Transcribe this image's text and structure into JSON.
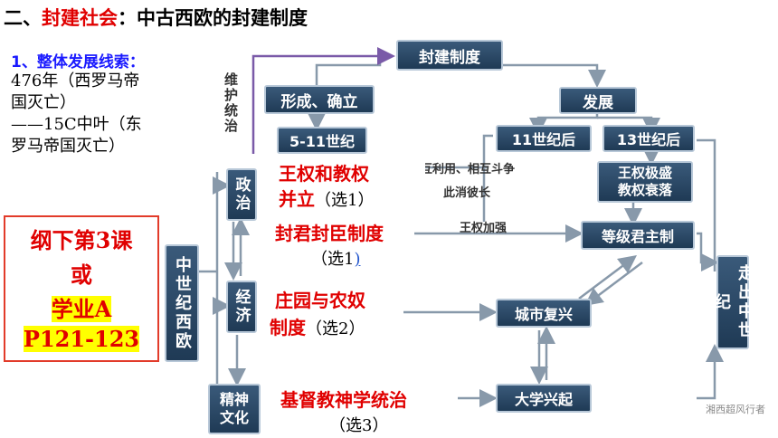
{
  "title": {
    "prefix": "二、",
    "red": "封建社会",
    "suffix": "：中古西欧的封建制度"
  },
  "subtitle": "1、整体发展线索：",
  "note": [
    "476年（西罗马帝",
    "国灭亡）",
    "——15C中叶（东",
    "罗马帝国灭亡）"
  ],
  "ref_box": {
    "line1": "纲下第3课",
    "line2": "或",
    "line3": "学业A",
    "line4": "P121-123"
  },
  "diagram": {
    "feudal_system": "封建制度",
    "maintain": "维护统治",
    "formation": "形成、确立",
    "century_5_11": "5-11世纪",
    "development": "发展",
    "after_11c": "11世纪后",
    "after_13c": "13世纪后",
    "medieval_western_europe": "中世纪西欧",
    "politics": "政治",
    "economy": "经济",
    "spiritual_culture": "精神文化",
    "mutual": "相互利用、相互斗争",
    "rise_fall": "此消彼长",
    "royal_strengthen": "王权加强",
    "royal_peak": "王权极盛",
    "church_decline": "教权衰落",
    "hierarchical_monarchy": "等级君主制",
    "city_revival": "城市复兴",
    "university_rise": "大学兴起",
    "exit_middle_ages": "走出中世纪"
  },
  "overlay": {
    "item1_red": "王权和教权",
    "item1_red2": "并立",
    "item1_sel": "（选1）",
    "item2_red": "封君封臣制度",
    "item2_sel": "（选1",
    "item3_red": "庄园与农奴",
    "item3_red2": "制度",
    "item3_sel": "（选2）",
    "item4_red": "基督教神学统治",
    "item4_sel": "（选3）"
  },
  "watermark": "湘西超风行者"
}
